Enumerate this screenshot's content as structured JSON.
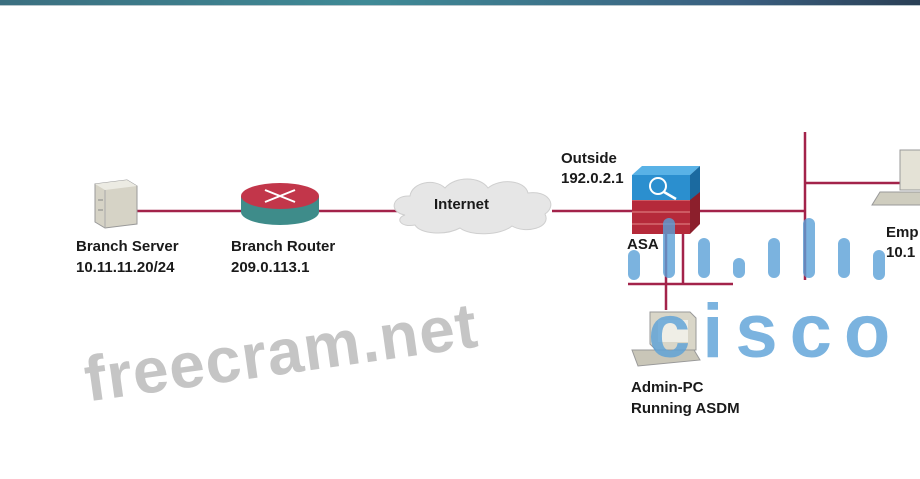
{
  "nodes": {
    "branch_server": {
      "name": "Branch Server",
      "ip": "10.11.11.20/24"
    },
    "branch_router": {
      "name": "Branch Router",
      "ip": "209.0.113.1"
    },
    "internet": {
      "name": "Internet"
    },
    "asa": {
      "name": "ASA",
      "interface": "Outside",
      "ip": "192.0.2.1"
    },
    "admin_pc": {
      "name": "Admin-PC",
      "note": "Running ASDM"
    },
    "employee": {
      "name": "Emp",
      "ip": "10.1"
    }
  },
  "watermarks": {
    "site": "freecram.net",
    "logo": "cisco"
  },
  "colors": {
    "link": "#a3234a",
    "watermark_logo": "#5aa0d7"
  }
}
